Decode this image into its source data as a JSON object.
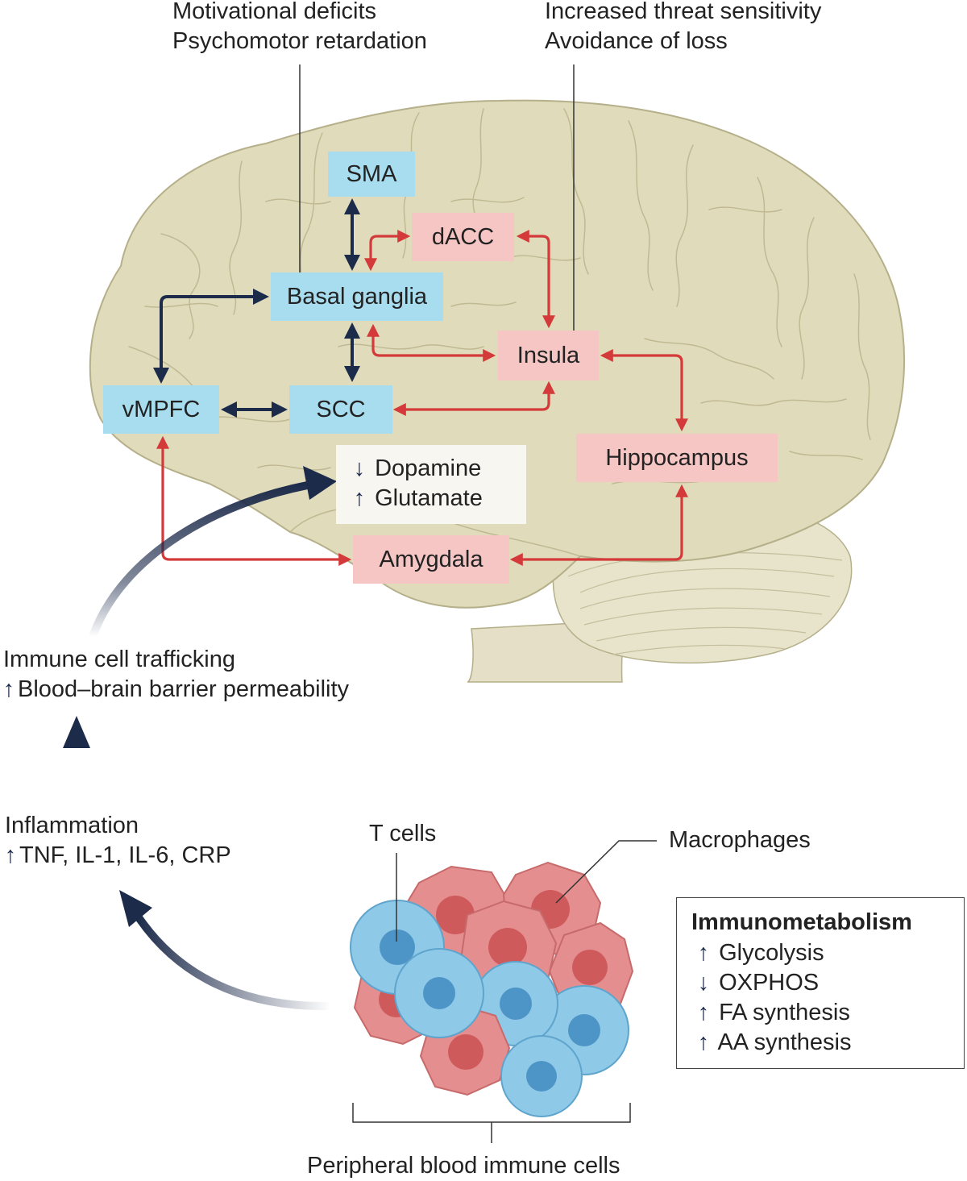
{
  "annotations": {
    "motivational_1": "Motivational deficits",
    "motivational_2": "Psychomotor retardation",
    "threat_1": "Increased threat sensitivity",
    "threat_2": "Avoidance of loss",
    "trafficking_1": "Immune cell trafficking",
    "trafficking_2": "Blood–brain barrier permeability",
    "inflammation_1": "Inflammation",
    "inflammation_2": "TNF, IL-1, IL-6, CRP",
    "t_cells": "T cells",
    "macrophages": "Macrophages",
    "peripheral": "Peripheral blood immune cells"
  },
  "regions": {
    "sma": "SMA",
    "dacc": "dACC",
    "basal_ganglia": "Basal ganglia",
    "insula": "Insula",
    "vmpfc": "vMPFC",
    "scc": "SCC",
    "hippocampus": "Hippocampus",
    "amygdala": "Amygdala"
  },
  "neurotransmitters": {
    "dopamine": "Dopamine",
    "glutamate": "Glutamate"
  },
  "immunometabolism": {
    "title": "Immunometabolism",
    "glycolysis": "Glycolysis",
    "oxphos": "OXPHOS",
    "fa": "FA synthesis",
    "aa": "AA synthesis"
  },
  "arrows": {
    "up": "↑",
    "down": "↓"
  },
  "colors": {
    "navy": "#1d2b4b",
    "red_arrow": "#d43a3a",
    "blue_box": "#a8dcef",
    "pink_box": "#f5c6c4",
    "brain": "#e0dcbb",
    "cerebellum": "#e8e4cc",
    "macrophage": "#e58e8f",
    "t_cell": "#8fc9e8"
  }
}
